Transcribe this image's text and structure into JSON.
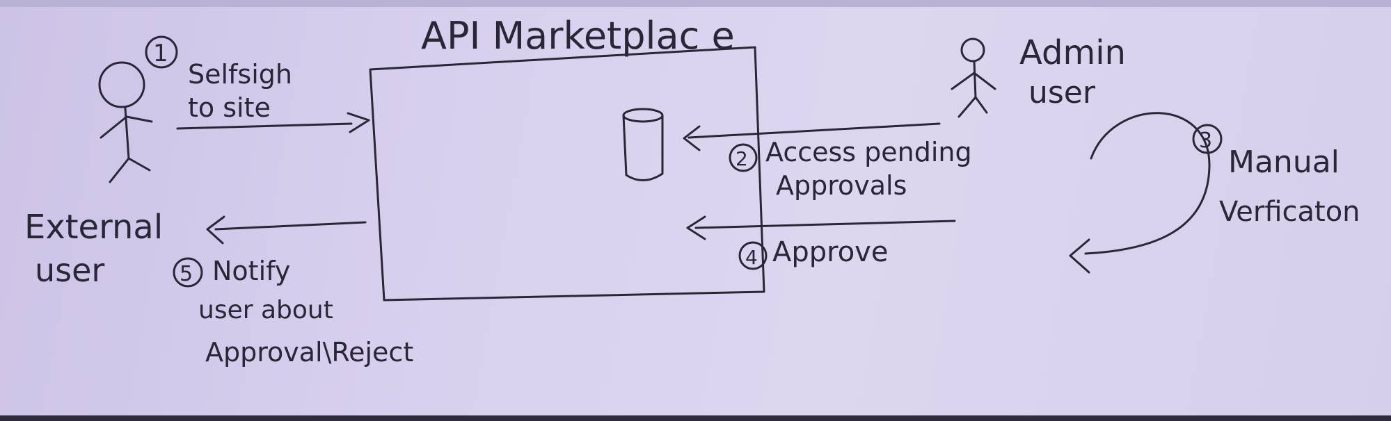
{
  "diagram": {
    "title": "API Marketplac e",
    "actors": {
      "external": {
        "line1": "External",
        "line2": "user"
      },
      "admin": {
        "line1": "Admin",
        "line2": "user"
      }
    },
    "steps": [
      {
        "number": "1",
        "line1": "Selfsigh",
        "line2": "to site"
      },
      {
        "number": "2",
        "line1": "Access pending",
        "line2": "Approvals"
      },
      {
        "number": "3",
        "line1": "Manual",
        "line2": "Verficaton"
      },
      {
        "number": "4",
        "line1": "Approve"
      },
      {
        "number": "5",
        "line1": "Notify",
        "line2": "user about",
        "line3": "Approval\\Reject"
      }
    ],
    "colors": {
      "ink": "#2a2638",
      "paper": "#d8d1ee"
    }
  }
}
